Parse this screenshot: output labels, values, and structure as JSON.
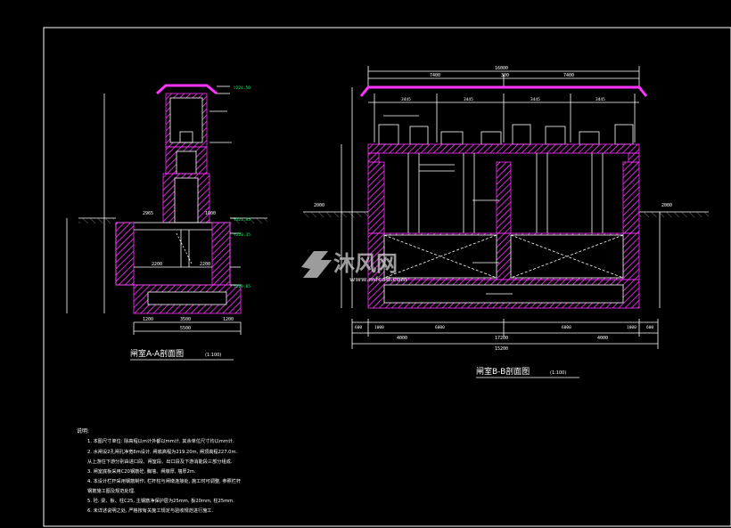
{
  "section_a": {
    "title": "闸室A-A剖面图",
    "scale": "(1:100)",
    "bottom_dim": "5500",
    "sub_dims": [
      "1200",
      "3500",
      "1200"
    ],
    "widths": [
      "2965",
      "2200",
      "1000",
      "2200"
    ],
    "level_tags": [
      "▽224.50",
      "▽221.85",
      "▽220.35",
      "▽219.85"
    ]
  },
  "section_b": {
    "title": "闸室B-B剖面图",
    "scale": "(1:100)",
    "top_total": "16000",
    "top_left": "7400",
    "top_right": "7400",
    "top_mid": "300",
    "bay_dims": [
      "3445",
      "3445",
      "3445",
      "3445"
    ],
    "bottom_segments": [
      "600",
      "1000",
      "6000",
      "6000",
      "1000",
      "600"
    ],
    "bottom_mid": [
      "4000",
      "17200",
      "4000"
    ],
    "bottom_total": "15200",
    "side_dims": [
      "2000",
      "2000"
    ]
  },
  "notes": {
    "heading": "说明:",
    "items": [
      "1. 本图尺寸单位: 除高程以m计外都以mm计, 其余单位尺寸均以mm计.",
      "2. 水闸设2孔闸孔净宽6m设计, 闸底高程为219.20m, 闸顶高程227.0m.",
      "   从上游往下游分别由进口段、闸室段、出口段及下游消能段三部分组成.",
      "3. 闸室底板采用C20钢筋砼, 胸墙、闸墩厚, 墙厚2m.",
      "4. 本设计栏杆采用钢筋制作, 栏杆柱与闸墩连接处, 施工时可调整, 参照栏杆",
      "   钢筋施工图及规范处理.",
      "5. 砼: 梁、板、柱C25, 主钢筋净保护层为25mm, 板20mm, 柱25mm.",
      "6. 未详述说明之处, 严格按有关施工规定与验收规范进行施工."
    ]
  },
  "watermark": {
    "brand": "沐风网",
    "url": "www.mfcad.com"
  },
  "colors": {
    "background": "#000000",
    "hatch": "#ff33ff",
    "line": "#ffffff",
    "tag": "#00ff66",
    "frame": "#ffffff"
  }
}
